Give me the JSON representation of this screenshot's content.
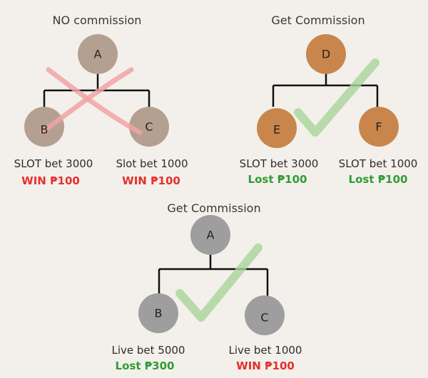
{
  "colors": {
    "background": "#f3f0eb",
    "node_brown_gray": "#b3a090",
    "node_orange": "#c8864c",
    "node_gray": "#9e9e9e",
    "line": "#111111",
    "cross": "#f0a4a4",
    "check": "#a9d49b",
    "win_red": "#e5302d",
    "lost_green": "#2e9d37"
  },
  "diagrams": [
    {
      "title": "NO commission",
      "mark": "cross",
      "nodes": {
        "parent": "A",
        "left": "B",
        "right": "C"
      },
      "children": [
        {
          "bet": "SLOT bet 3000",
          "result": "WIN ₱100",
          "result_type": "win"
        },
        {
          "bet": "Slot bet 1000",
          "result": "WIN ₱100",
          "result_type": "win"
        }
      ]
    },
    {
      "title": "Get Commission",
      "mark": "check",
      "nodes": {
        "parent": "D",
        "left": "E",
        "right": "F"
      },
      "children": [
        {
          "bet": "SLOT bet 3000",
          "result": "Lost ₱100",
          "result_type": "lost"
        },
        {
          "bet": "SLOT bet 1000",
          "result": "Lost ₱100",
          "result_type": "lost"
        }
      ]
    },
    {
      "title": "Get Commission",
      "mark": "check",
      "nodes": {
        "parent": "A",
        "left": "B",
        "right": "C"
      },
      "children": [
        {
          "bet": "Live bet 5000",
          "result": "Lost ₱300",
          "result_type": "lost"
        },
        {
          "bet": "Live bet 1000",
          "result": "WIN ₱100",
          "result_type": "win"
        }
      ]
    }
  ]
}
